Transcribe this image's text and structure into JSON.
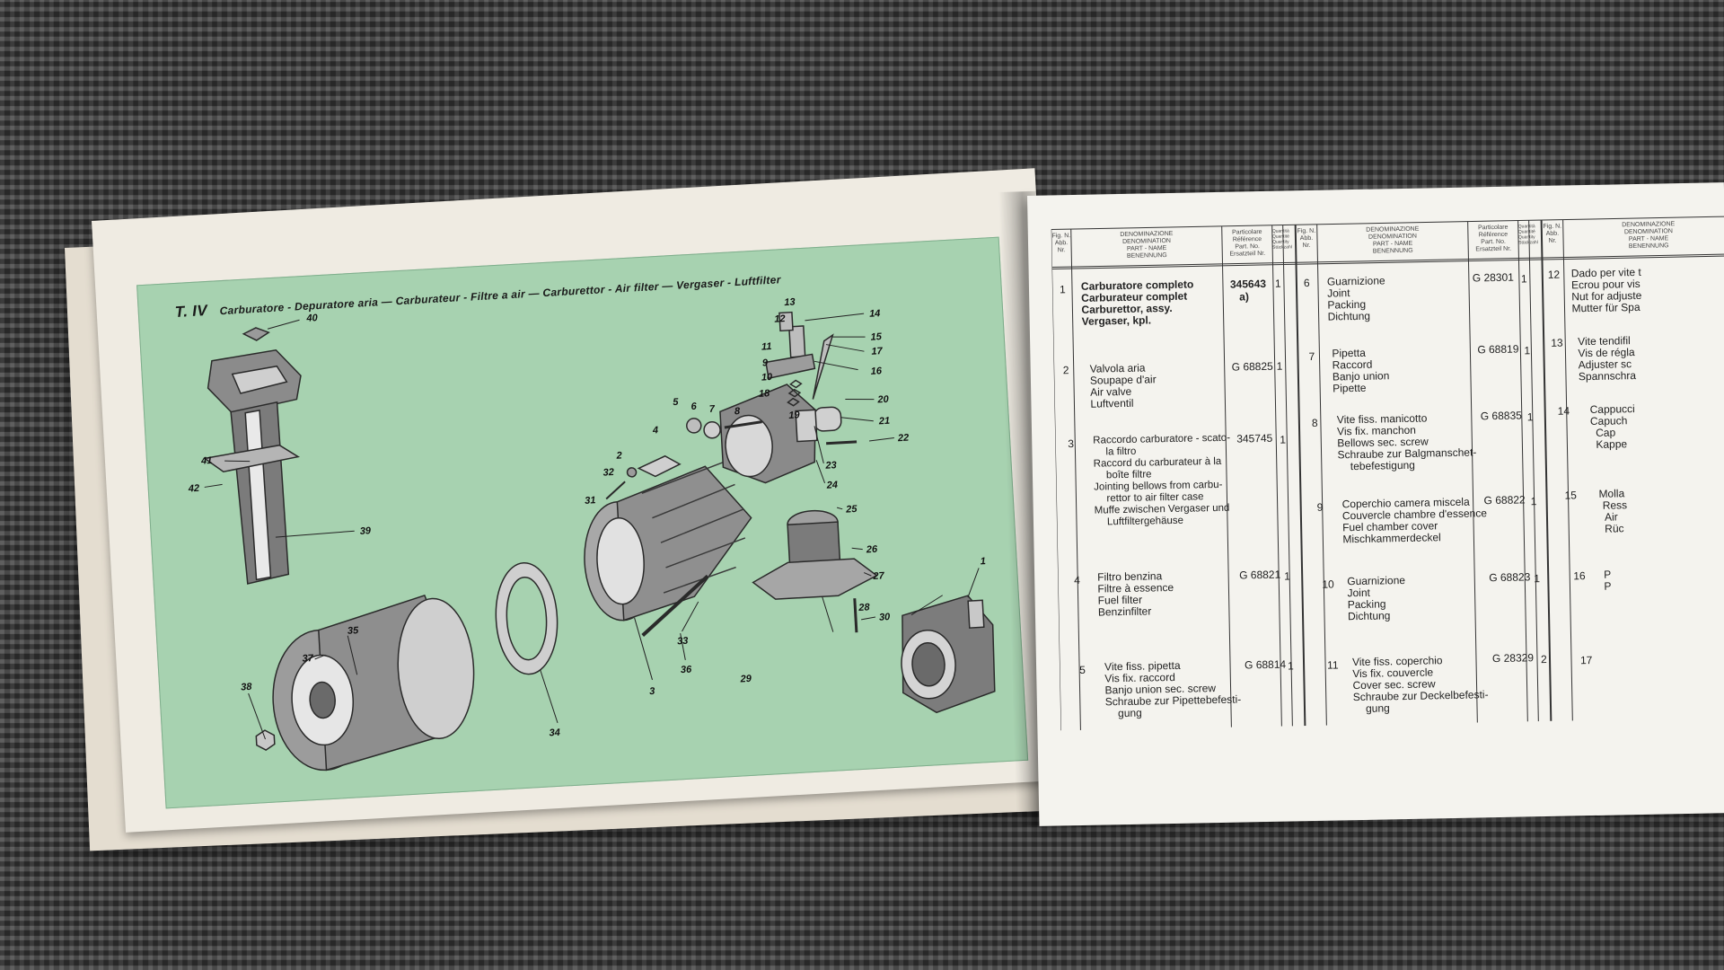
{
  "plate": {
    "tag": "T. IV",
    "heading": "Carburatore - Depuratore aria — Carburateur - Filtre a air — Carburettor - Air filter — Vergaser - Luftfilter",
    "callouts": [
      "1",
      "2",
      "3",
      "4",
      "5",
      "6",
      "7",
      "8",
      "9",
      "10",
      "11",
      "12",
      "13",
      "14",
      "15",
      "16",
      "17",
      "18",
      "19",
      "20",
      "21",
      "22",
      "23",
      "24",
      "25",
      "26",
      "27",
      "28",
      "29",
      "30",
      "31",
      "32",
      "33",
      "34",
      "35",
      "36",
      "37",
      "38",
      "39",
      "40",
      "41",
      "42"
    ]
  },
  "table": {
    "headers": {
      "fig": [
        "Fig. N.",
        "Abb. Nr."
      ],
      "name": [
        "DENOMINAZIONE",
        "DENOMINATION",
        "PART - NAME",
        "BENENNUNG"
      ],
      "part": [
        "Particolare",
        "Référence",
        "Part. No.",
        "Ersatzteil Nr."
      ],
      "qty": [
        "Quantità",
        "Quantité",
        "Quantity",
        "Stückzahl"
      ]
    },
    "rows": [
      {
        "no": "1",
        "names": [
          "Carburatore completo",
          "Carburateur complet",
          "Carburettor, assy.",
          "Vergaser, kpl."
        ],
        "part": "345643",
        "note": "a)",
        "qty": "1",
        "bold": true
      },
      {
        "no": "2",
        "names": [
          "Valvola aria",
          "Soupape d'air",
          "Air valve",
          "Luftventil"
        ],
        "part": "G 68825",
        "qty": "1"
      },
      {
        "no": "3",
        "names": [
          "Raccordo carburatore - scato-",
          "la filtro",
          "Raccord du carburateur à la",
          "boîte filtre",
          "Jointing bellows from carbu-",
          "rettor to air filter case",
          "Muffe zwischen Vergaser und",
          "Luftfiltergehäuse"
        ],
        "part": "345745",
        "qty": "1"
      },
      {
        "no": "4",
        "names": [
          "Filtro benzina",
          "Filtre à essence",
          "Fuel filter",
          "Benzinfilter"
        ],
        "part": "G 68821",
        "qty": "1"
      },
      {
        "no": "5",
        "names": [
          "Vite fiss. pipetta",
          "Vis fix. raccord",
          "Banjo union sec. screw",
          "Schraube zur Pipettebefesti-",
          "gung"
        ],
        "part": "G 68814",
        "qty": "1"
      },
      {
        "no": "6",
        "names": [
          "Guarnizione",
          "Joint",
          "Packing",
          "Dichtung"
        ],
        "part": "G 28301",
        "qty": "1"
      },
      {
        "no": "7",
        "names": [
          "Pipetta",
          "Raccord",
          "Banjo union",
          "Pipette"
        ],
        "part": "G 68819",
        "qty": "1"
      },
      {
        "no": "8",
        "names": [
          "Vite fiss. manicotto",
          "Vis fix. manchon",
          "Bellows sec. screw",
          "Schraube zur Balgmanschet-",
          "tebefestigung"
        ],
        "part": "G 68835",
        "qty": "1"
      },
      {
        "no": "9",
        "names": [
          "Coperchio camera miscela",
          "Couvercle chambre d'essence",
          "Fuel chamber cover",
          "Mischkammerdeckel"
        ],
        "part": "G 68822",
        "qty": "1"
      },
      {
        "no": "10",
        "names": [
          "Guarnizione",
          "Joint",
          "Packing",
          "Dichtung"
        ],
        "part": "G 68823",
        "qty": "1"
      },
      {
        "no": "11",
        "names": [
          "Vite fiss. coperchio",
          "Vis fix. couvercle",
          "Cover sec. screw",
          "Schraube zur Deckelbefesti-",
          "gung"
        ],
        "part": "G 28329",
        "qty": "2"
      },
      {
        "no": "12",
        "names": [
          "Dado per vite t",
          "Ecrou pour vis",
          "Nut for adjuste",
          "Mutter für Spa"
        ]
      },
      {
        "no": "13",
        "names": [
          "Vite tendifil",
          "Vis de régla",
          "Adjuster sc",
          "Spannschra"
        ]
      },
      {
        "no": "14",
        "names": [
          "Cappucci",
          "Capuch",
          "Cap",
          "Kappe"
        ]
      },
      {
        "no": "15",
        "names": [
          "Molla",
          "Ress",
          "Air",
          "Rüc"
        ]
      },
      {
        "no": "16",
        "names": [
          "P",
          "P"
        ]
      },
      {
        "no": "17",
        "names": []
      }
    ]
  }
}
